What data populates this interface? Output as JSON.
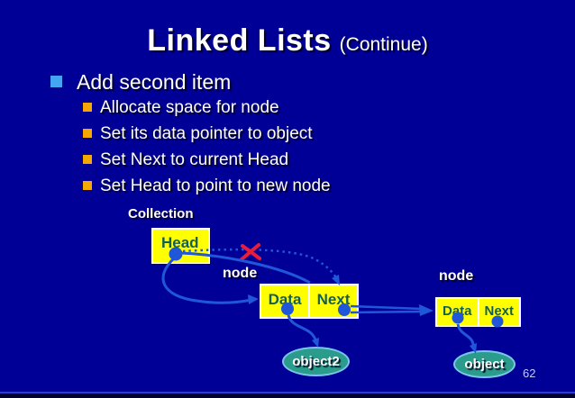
{
  "slide": {
    "title": "Linked Lists",
    "title_suffix": "(Continue)",
    "bullet": "Add second item",
    "sub_bullets": [
      "Allocate space for node",
      "Set its data pointer to object",
      "Set Next to current Head",
      "Set Head to point to new node"
    ],
    "page_number": "62"
  },
  "diagram": {
    "collection_label": "Collection",
    "head_label": "Head",
    "node1_label": "node",
    "node2_label": "node",
    "node1_data_label": "Data",
    "node1_next_label": "Next",
    "node2_data_label": "Data",
    "node2_next_label": "Next",
    "object2_label": "object2",
    "object_label": "object"
  },
  "colors": {
    "background": "#000096",
    "arrow-blue": "#2057d8",
    "box-yellow": "#ffff00",
    "box-text": "#135f58",
    "ellipse-teal": "#2b9b8c",
    "ellipse-border": "#79c7ea",
    "bullet1": "#45a5f5",
    "bullet2": "#f5a800",
    "red-x": "#ea1c3c",
    "text-white": "#ffffff",
    "page-num": "#c4cdf5"
  }
}
